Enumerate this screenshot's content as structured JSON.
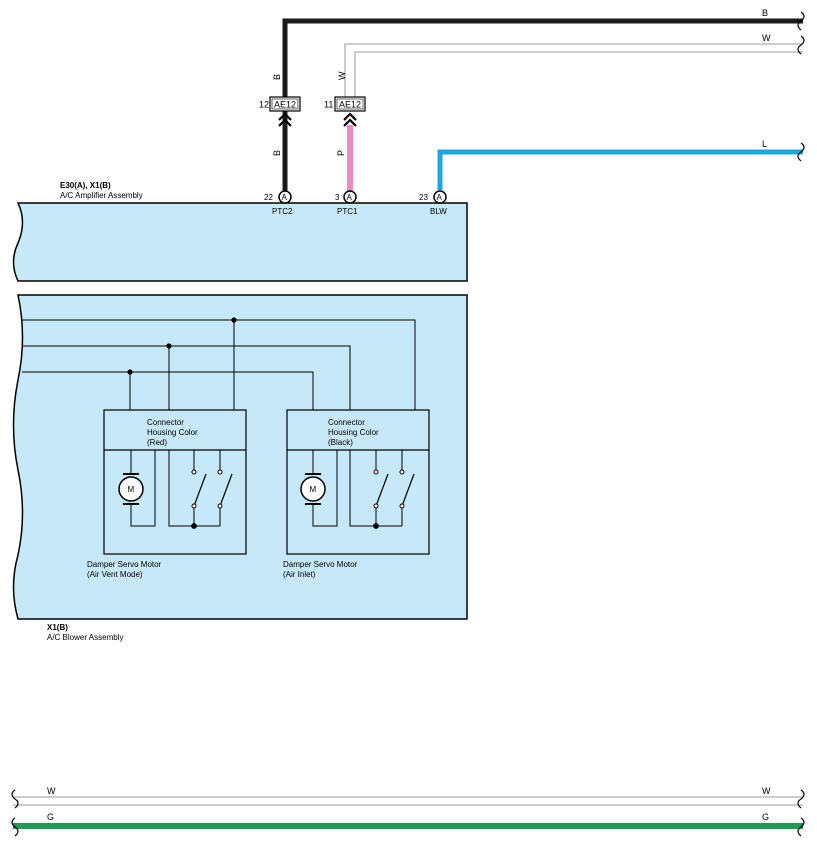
{
  "wire_colors": {
    "B": "#1a1a1a",
    "W": "#9a9a9a",
    "L": "#1ea6dd",
    "P": "#ee88c0",
    "G": "#1f9a55"
  },
  "fill_color": "#c6e8f8",
  "top_wires": {
    "b_label": "B",
    "w_label": "W",
    "l_label": "L"
  },
  "junctions": [
    {
      "pin": "12",
      "connector": "AE12",
      "wire_above": "B",
      "wire_below": "B"
    },
    {
      "pin": "11",
      "connector": "AE12",
      "wire_above": "W",
      "wire_below": "P"
    }
  ],
  "amplifier": {
    "id": "E30(A), X1(B)",
    "name": "A/C Amplifier Assembly",
    "terminals": [
      {
        "pin": "22",
        "mark": "A",
        "name": "PTC2"
      },
      {
        "pin": "3",
        "mark": "A",
        "name": "PTC1"
      },
      {
        "pin": "23",
        "mark": "A",
        "name": "BLW"
      }
    ]
  },
  "blower": {
    "id": "X1(B)",
    "name": "A/C Blower Assembly",
    "motors": [
      {
        "housing_lines": [
          "Connector",
          "Housing Color",
          "(Red)"
        ],
        "motor_mark": "M",
        "name_lines": [
          "Damper Servo Motor",
          "(Air Vent Mode)"
        ]
      },
      {
        "housing_lines": [
          "Connector",
          "Housing Color",
          "(Black)"
        ],
        "motor_mark": "M",
        "name_lines": [
          "Damper Servo Motor",
          "(Air Inlet)"
        ]
      }
    ]
  },
  "bottom_wires": {
    "w_left": "W",
    "w_right": "W",
    "g_left": "G",
    "g_right": "G"
  }
}
